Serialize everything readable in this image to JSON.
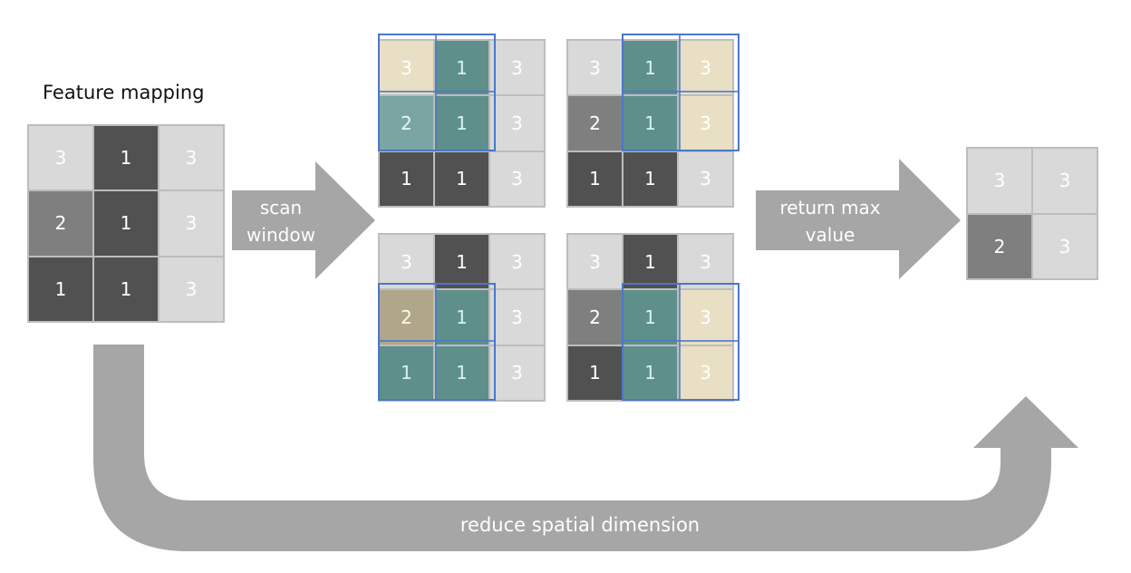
{
  "title": "Feature mapping",
  "input_grid": [
    [
      "3",
      "1",
      "3"
    ],
    [
      "2",
      "1",
      "3"
    ],
    [
      "1",
      "1",
      "3"
    ]
  ],
  "windows": [
    {
      "cells": [
        [
          "3",
          "1",
          "3"
        ],
        [
          "2",
          "1",
          "3"
        ],
        [
          "1",
          "1",
          "3"
        ]
      ]
    },
    {
      "cells": [
        [
          "3",
          "1",
          "3"
        ],
        [
          "2",
          "1",
          "3"
        ],
        [
          "1",
          "1",
          "3"
        ]
      ]
    },
    {
      "cells": [
        [
          "3",
          "1",
          "3"
        ],
        [
          "2",
          "1",
          "3"
        ],
        [
          "1",
          "1",
          "3"
        ]
      ]
    },
    {
      "cells": [
        [
          "3",
          "1",
          "3"
        ],
        [
          "2",
          "1",
          "3"
        ],
        [
          "1",
          "1",
          "3"
        ]
      ]
    }
  ],
  "output_grid": [
    [
      "3",
      "3"
    ],
    [
      "2",
      "3"
    ]
  ],
  "arrows": {
    "scan": [
      "scan",
      "window"
    ],
    "max": [
      "return max",
      "value"
    ],
    "reduce": "reduce spatial dimension"
  },
  "colors": {
    "light": "#d9d9d9",
    "mid": "#7f7f7f",
    "dark": "#515151",
    "arrow": "#a6a6a6",
    "window_border": "#4a78c9",
    "teal": "#5e8f8b",
    "tan": "#e8dfc5"
  }
}
